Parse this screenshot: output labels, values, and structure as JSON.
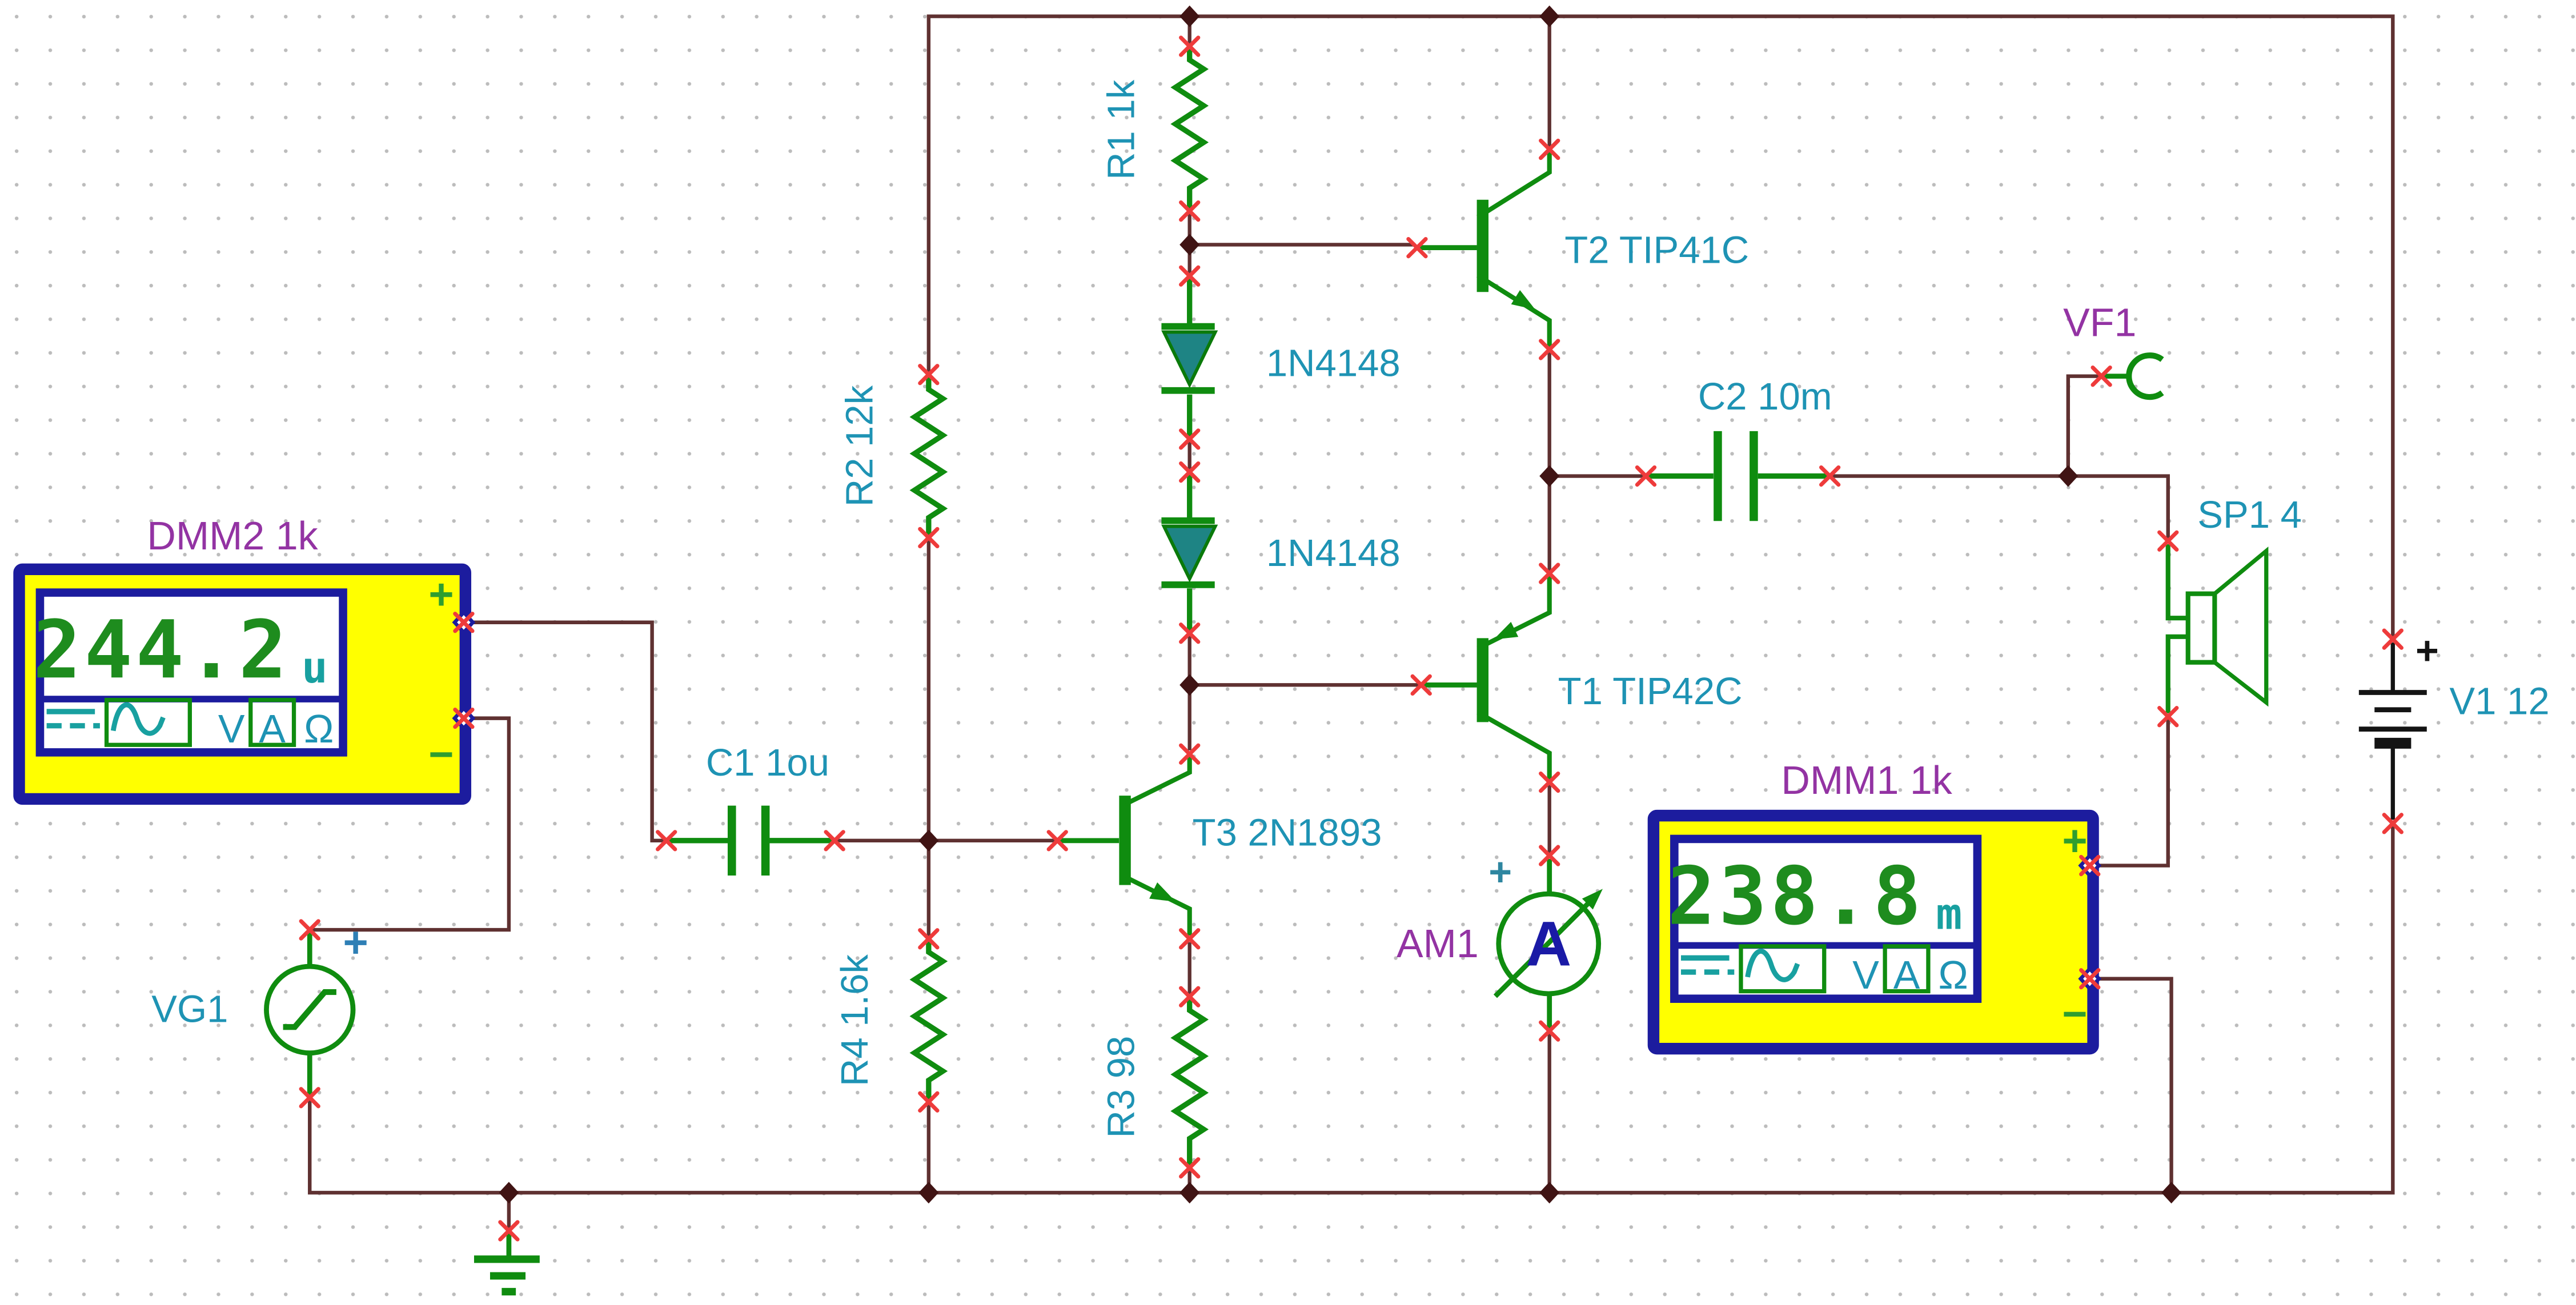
{
  "schematic": {
    "components": {
      "r1": {
        "label": "R1 1k"
      },
      "r2": {
        "label": "R2 12k"
      },
      "r3": {
        "label": "R3 98"
      },
      "r4": {
        "label": "R4 1.6k"
      },
      "c1": {
        "label": "C1 1ou"
      },
      "c2": {
        "label": "C2 10m"
      },
      "d1": {
        "label": "1N4148"
      },
      "d2": {
        "label": "1N4148"
      },
      "t1": {
        "label": "T1 TIP42C"
      },
      "t2": {
        "label": "T2 TIP41C"
      },
      "t3": {
        "label": "T3 2N1893"
      },
      "vg1": {
        "label": "VG1",
        "plus": "+"
      },
      "sp1": {
        "label": "SP1 4"
      },
      "v1": {
        "label": "V1 12",
        "plus": "+"
      }
    },
    "meters": {
      "dmm2": {
        "label": "DMM2 1k",
        "reading": "244.2",
        "unit": "u",
        "plus": "+",
        "minus": "−",
        "mode_v": "V",
        "mode_a": "A",
        "mode_ohm": "Ω"
      },
      "dmm1": {
        "label": "DMM1 1k",
        "reading": "238.8",
        "unit": "m",
        "plus": "+",
        "minus": "−",
        "mode_v": "V",
        "mode_a": "A",
        "mode_ohm": "Ω"
      },
      "am1": {
        "label": "AM1",
        "symbol": "A",
        "plus": "+"
      },
      "vf1": {
        "label": "VF1"
      }
    },
    "colors": {
      "wire": "#5f3131",
      "component_green": "#0f8c0f",
      "diode_fill": "#1e8484",
      "label_teal": "#1e93b4",
      "meter_label_purple": "#9333a3",
      "pin_mark_red": "#ee3b3b",
      "display_digit_green": "#1e8c1e",
      "display_unit_teal": "#18a0a0",
      "meter_body_yellow": "#ffff00",
      "meter_border_navy": "#1c1c9e",
      "battery_black": "#141414",
      "junction_dot": "#401414"
    }
  }
}
